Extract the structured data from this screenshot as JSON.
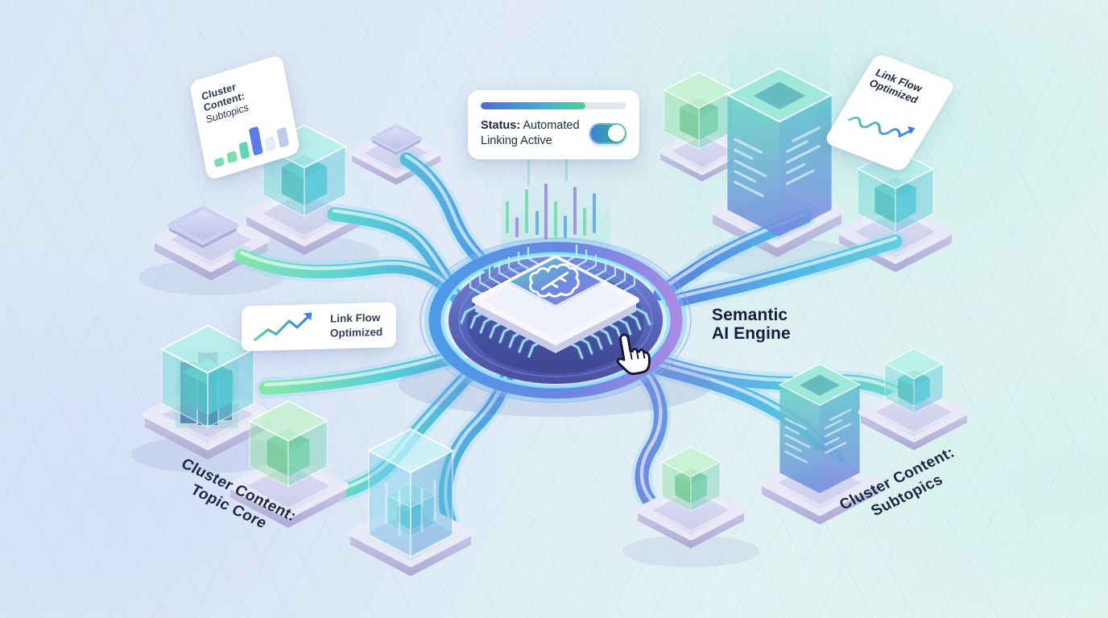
{
  "title": {
    "line1": "Semantic",
    "line2": "AI Engine"
  },
  "status_card": {
    "progress_percent": 72,
    "status_label": "Status:",
    "status_value": " Automated Linking Active",
    "toggle_state": "on"
  },
  "cards": {
    "cluster_subtopics": {
      "line1": "Cluster Content:",
      "line2": "Subtopics",
      "bars": [
        {
          "h": 10,
          "c": "#7ddfb0"
        },
        {
          "h": 13,
          "c": "#7ddfb0"
        },
        {
          "h": 20,
          "c": "#63d5b4"
        },
        {
          "h": 34,
          "c": "#5b7ce8"
        },
        {
          "h": 17,
          "c": "#e6eaf4"
        },
        {
          "h": 23,
          "c": "#c3c9ee"
        }
      ]
    },
    "link_flow_top_right": {
      "line1": "Link Flow",
      "line2": "Optimized"
    },
    "link_flow_left": {
      "line1": "Link Flow",
      "line2": "Optimized"
    }
  },
  "floor_labels": {
    "topic_core": {
      "line1": "Cluster Content:",
      "line2": "Topic Core"
    },
    "subtopics": {
      "line1": "Cluster Content:",
      "line2": "Subtopics"
    }
  },
  "icons": [
    "brain-icon",
    "cursor-hand-icon",
    "toggle-on",
    "trend-arrow-icon",
    "bar-chart-icon"
  ],
  "colors": {
    "accent_blue": "#4a7de0",
    "accent_teal": "#45c8c0",
    "accent_green": "#46d494",
    "accent_purple": "#9b7fd4",
    "ink": "#17233f",
    "card_bg": "#ffffff"
  }
}
